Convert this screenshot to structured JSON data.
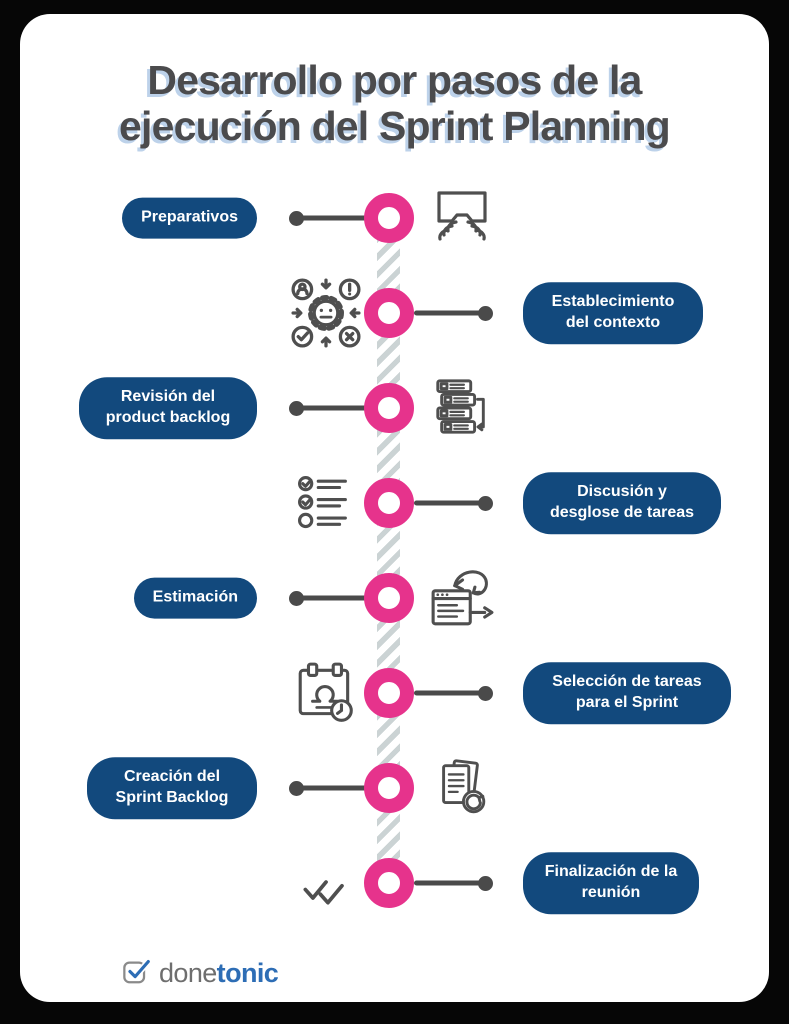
{
  "title": {
    "line1": "Desarrollo por pasos de la",
    "line2": "ejecución del Sprint Planning"
  },
  "steps": [
    {
      "label": "Preparativos",
      "side": "left",
      "icon": "hands-holding-board"
    },
    {
      "label": "Establecimiento del contexto",
      "side": "right",
      "icon": "context-gear"
    },
    {
      "label": "Revisión del product backlog",
      "side": "left",
      "icon": "backlog-list"
    },
    {
      "label": "Discusión y desglose de tareas",
      "side": "right",
      "icon": "task-checklist"
    },
    {
      "label": "Estimación",
      "side": "left",
      "icon": "estimation-flow"
    },
    {
      "label": "Selección de tareas para el Sprint",
      "side": "right",
      "icon": "calendar-user-clock"
    },
    {
      "label": "Creación del Sprint Backlog",
      "side": "left",
      "icon": "document-refresh"
    },
    {
      "label": "Finalización de la reunión",
      "side": "right",
      "icon": "double-check"
    }
  ],
  "footer": {
    "logo_part1": "done",
    "logo_part2": "tonic"
  },
  "colors": {
    "accent_pink": "#e6338c",
    "pill_navy": "#12497d",
    "line_gray": "#4a4a4a",
    "stripe_gray": "#cbd3d4",
    "title_gray": "#4b4b4d",
    "title_shadow_blue": "#bdd2ea",
    "logo_blue": "#2d6db5",
    "logo_gray": "#6e6e6e"
  }
}
